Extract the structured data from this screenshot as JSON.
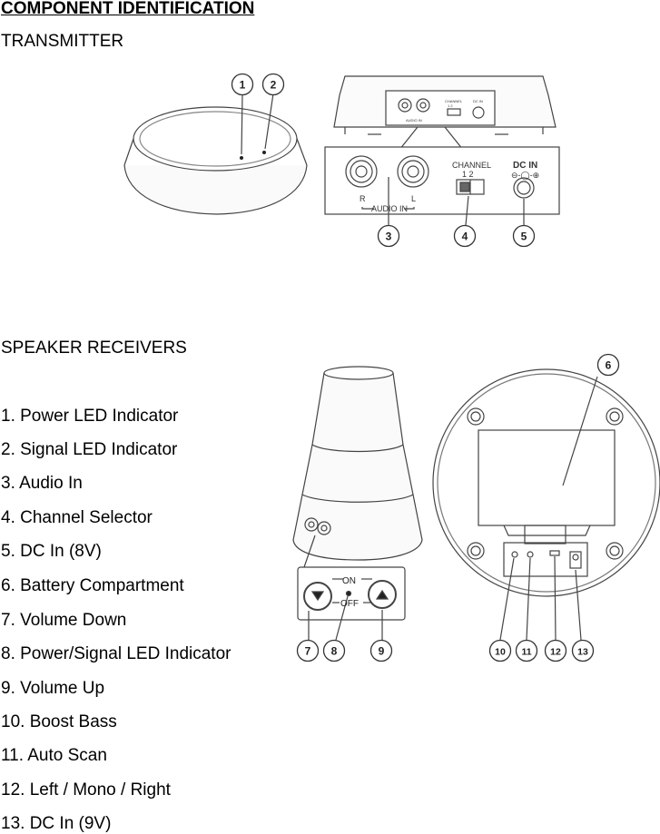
{
  "page": {
    "heading": "COMPONENT IDENTIFICATION",
    "transmitter_title": "TRANSMITTER",
    "receivers_title": "SPEAKER RECEIVERS"
  },
  "items": [
    "1. Power LED Indicator",
    "2. Signal LED Indicator",
    "3. Audio In",
    "4. Channel Selector",
    "5. DC In (8V)",
    "6. Battery Compartment",
    "7. Volume Down",
    "8. Power/Signal LED Indicator",
    "9. Volume Up",
    "10. Boost Bass",
    "11. Auto Scan",
    "12. Left / Mono / Right",
    "13. DC In (9V)"
  ],
  "transmitter_diagram": {
    "callouts": [
      "1",
      "2",
      "3",
      "4",
      "5"
    ],
    "small_panel_channel": "CHANNEL",
    "small_panel_channel_nums": "1   2",
    "small_panel_dcin": "DC IN",
    "small_panel_audio": "AUDIO IN",
    "r_label": "R",
    "l_label": "L",
    "audio_in_label": "AUDIO IN",
    "channel_label": "CHANNEL",
    "channel_nums": "1     2",
    "dcin_label": "DC IN"
  },
  "receiver_diagram": {
    "callouts": [
      "6",
      "7",
      "8",
      "9",
      "10",
      "11",
      "12",
      "13"
    ],
    "on_label": "ON",
    "off_label": "OFF"
  }
}
